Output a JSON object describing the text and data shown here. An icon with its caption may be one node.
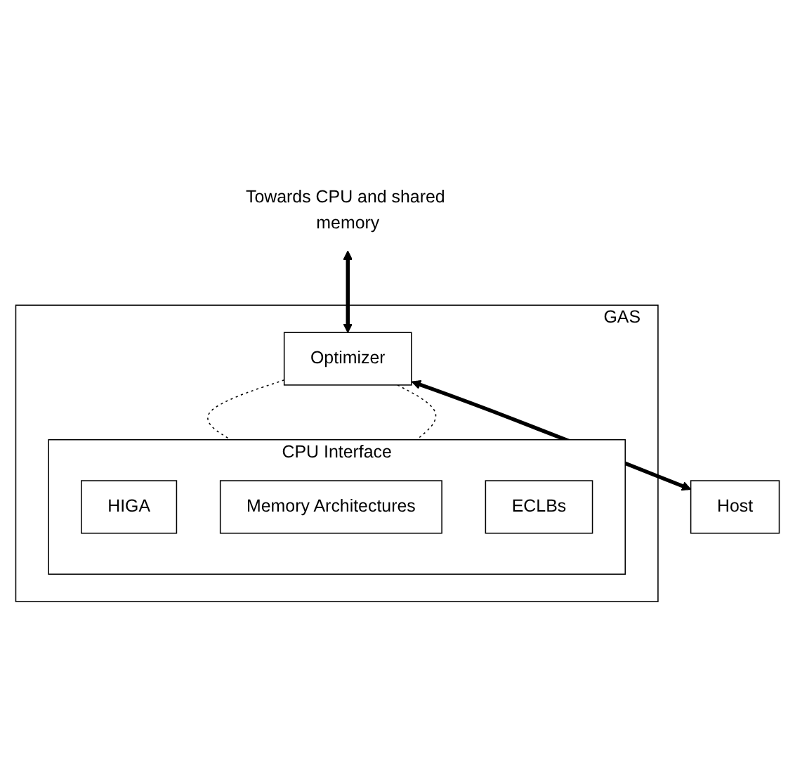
{
  "diagram": {
    "nodes": [
      {
        "text": [
          "GAS"
        ]
      },
      {
        "text": [
          "Towards CPU and shared memory"
        ]
      },
      {
        "text": [
          "Optimizer"
        ],
        "in": 0
      },
      {
        "text": [
          "Host"
        ]
      },
      {
        "text": [
          "CPU Interface"
        ],
        "in": 0
      },
      {
        "text": [
          "HIGA"
        ],
        "in": 4
      },
      {
        "text": [
          "Memory Architectures"
        ],
        "in": 4
      },
      {
        "text": [
          "ECLBs"
        ],
        "in": 4
      }
    ],
    "edges": [
      {
        "from": 1,
        "to": 2,
        "arrow": "both",
        "style": "thick"
      },
      {
        "from": 2,
        "to": 3,
        "arrow": "both",
        "style": "thick"
      },
      {
        "from": 2,
        "to": 4,
        "arrow": "none",
        "style": "dashed"
      },
      {
        "from": 2,
        "to": 4,
        "arrow": "none",
        "style": "dashed"
      }
    ]
  }
}
